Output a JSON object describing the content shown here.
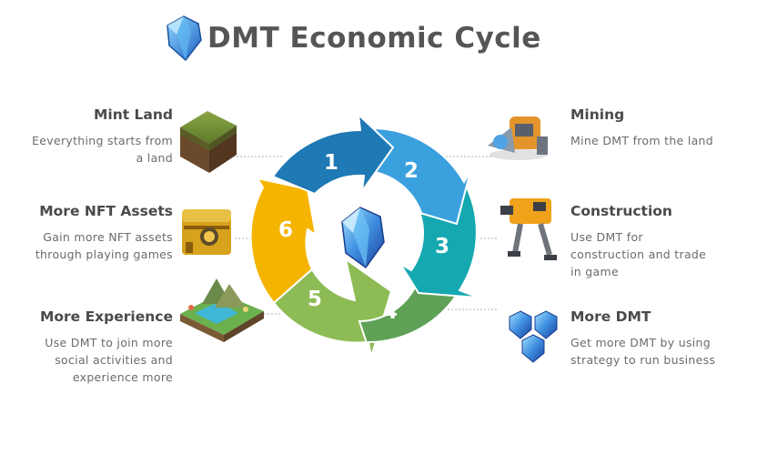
{
  "title": "DMT Economic Cycle",
  "colors": {
    "step1": "#1f79b4",
    "step2": "#3aa0de",
    "step3": "#15a8b0",
    "step4": "#5ea157",
    "step5": "#8dbb55",
    "step6": "#f5b400",
    "heading": "#4a4a4a",
    "text": "#6b6b6b"
  },
  "cycle": {
    "center_icon": "blue-crystal-icon",
    "steps": [
      {
        "number": "1"
      },
      {
        "number": "2"
      },
      {
        "number": "3"
      },
      {
        "number": "4"
      },
      {
        "number": "5"
      },
      {
        "number": "6"
      }
    ]
  },
  "labels": {
    "mint_land": {
      "heading": "Mint Land",
      "desc": [
        "Eeverything starts from",
        "a land"
      ],
      "icon": "grass-land-cube-icon"
    },
    "mining": {
      "heading": "Mining",
      "desc": [
        "Mine DMT from the land"
      ],
      "icon": "mining-machine-icon"
    },
    "more_nft_assets": {
      "heading": "More NFT Assets",
      "desc": [
        "Gain more NFT assets",
        "through playing games"
      ],
      "icon": "treasure-chest-icon"
    },
    "construction": {
      "heading": "Construction",
      "desc": [
        "Use DMT for",
        "construction and trade",
        "in game"
      ],
      "icon": "robot-mech-icon"
    },
    "more_experience": {
      "heading": "More Experience",
      "desc": [
        "Use DMT to join more",
        "social activities and",
        "experience more"
      ],
      "icon": "island-resort-icon"
    },
    "more_dmt": {
      "heading": "More DMT",
      "desc": [
        "Get more DMT by using",
        "strategy to run business"
      ],
      "icon": "crystal-cluster-icon"
    }
  }
}
